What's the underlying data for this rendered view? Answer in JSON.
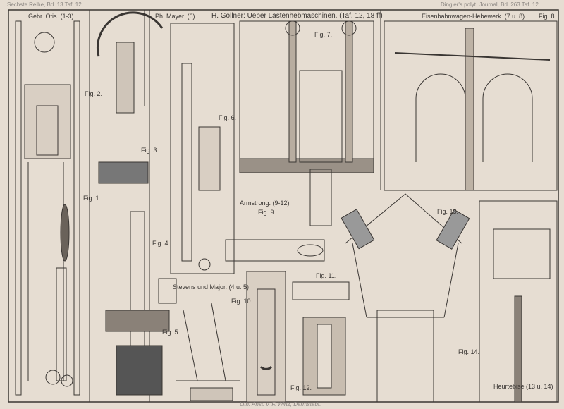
{
  "header": {
    "series": "Sechste Reihe, Bd. 13 Taf. 12.",
    "journal": "Dingler's polyt. Journal, Bd. 263 Taf. 12.",
    "title": "H. Gollner: Ueber Lastenhebmaschinen. (Taf. 12, 18 ff)"
  },
  "sections": {
    "otis": "Gebr. Otis. (1-3)",
    "mayer": "Ph. Mayer. (6)",
    "eisenbahn": "Eisenbahnwagen-Hebewerk. (7 u. 8)",
    "armstrong": "Armstrong. (9-12)",
    "stevens": "Stevens und Major. (4 u. 5)",
    "heurtebise": "Heurtebise (13 u. 14)"
  },
  "figures": {
    "f1": "Fig. 1.",
    "f2": "Fig. 2.",
    "f3": "Fig. 3.",
    "f4": "Fig. 4.",
    "f5": "Fig. 5.",
    "f6": "Fig. 6.",
    "f7": "Fig. 7.",
    "f8": "Fig. 8.",
    "f9": "Fig. 9.",
    "f10": "Fig. 10.",
    "f11": "Fig. 11.",
    "f12": "Fig. 12.",
    "f13": "Fig. 13.",
    "f14": "Fig. 14."
  },
  "footer": {
    "lithographer": "Lith. Anst. v. F. Wirtz, Darmstadt."
  }
}
